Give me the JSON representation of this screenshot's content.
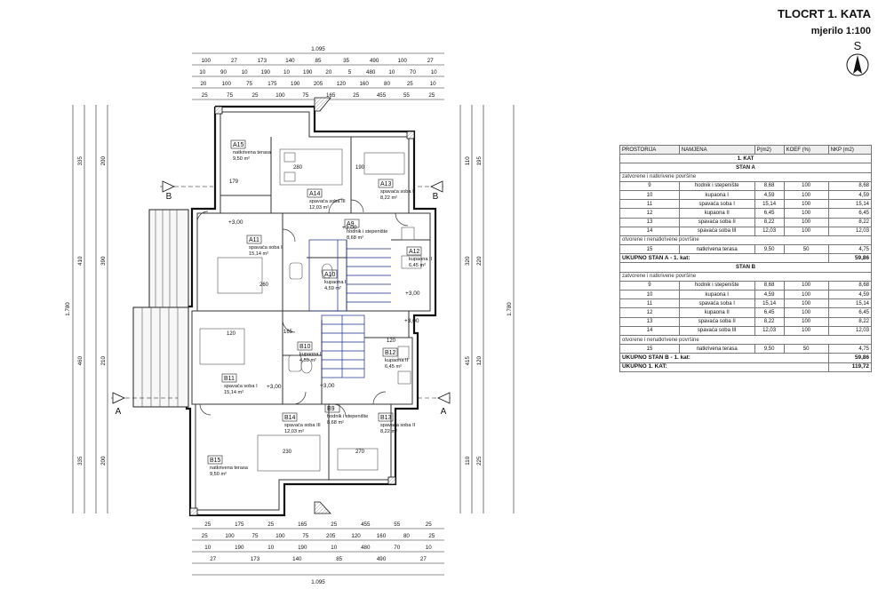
{
  "title": "TLOCRT 1. KATA",
  "scale": "mjerilo 1:100",
  "north_label": "S",
  "dims": {
    "total": "1.095",
    "top_row1": [
      "100",
      "27",
      "173",
      "140",
      "85",
      "35",
      "490",
      "100",
      "27"
    ],
    "top_row2": [
      "10",
      "90",
      "10",
      "190",
      "10",
      "190",
      "20",
      "5",
      "480",
      "10",
      "70",
      "10"
    ],
    "top_row3": [
      "20",
      "100",
      "75",
      "175",
      "190",
      "205",
      "120",
      "160",
      "80",
      "25",
      "10"
    ],
    "top_row4": [
      "25",
      "75",
      "25",
      "100",
      "75",
      "165",
      "25",
      "455",
      "55",
      "25"
    ],
    "bottom_row1": [
      "25",
      "175",
      "25",
      "165",
      "25",
      "455",
      "55",
      "25"
    ],
    "bottom_row2": [
      "25",
      "100",
      "75",
      "100",
      "75",
      "205",
      "120",
      "160",
      "80",
      "25"
    ],
    "bottom_row3": [
      "10",
      "190",
      "10",
      "190",
      "10",
      "480",
      "70",
      "10"
    ],
    "bottom_row4": [
      "27",
      "173",
      "140",
      "85",
      "490",
      "27"
    ],
    "left_total": "1.780",
    "right_total": "1.780",
    "left_a": [
      "335",
      "410",
      "460",
      "335"
    ],
    "left_b": [
      "200",
      "390",
      "210",
      "200"
    ],
    "right_a": [
      "110",
      "320",
      "415",
      "110"
    ],
    "right_b": [
      "195",
      "220",
      "120",
      "225"
    ],
    "inner": [
      "280",
      "190",
      "260",
      "120",
      "230",
      "270",
      "179",
      "165",
      "120"
    ]
  },
  "rooms": [
    {
      "code": "A15",
      "name": "natkrivena terasa",
      "area": "9,50 m²"
    },
    {
      "code": "A14",
      "name": "spavaća soba III",
      "area": "12,03 m²"
    },
    {
      "code": "A13",
      "name": "spavaća soba II",
      "area": "8,22 m²"
    },
    {
      "code": "A9",
      "name": "hodnik i stepenište",
      "area": "8,68 m²"
    },
    {
      "code": "A11",
      "name": "spavaća soba I",
      "area": "15,14 m²"
    },
    {
      "code": "A12",
      "name": "kupaona II",
      "area": "6,45 m²"
    },
    {
      "code": "A10",
      "name": "kupaona I",
      "area": "4,59 m²"
    },
    {
      "code": "B10",
      "name": "kupaona I",
      "area": "4,59 m²"
    },
    {
      "code": "B12",
      "name": "kupaona II",
      "area": "6,45 m²"
    },
    {
      "code": "B11",
      "name": "spavaća soba I",
      "area": "15,14 m²"
    },
    {
      "code": "B9",
      "name": "hodnik i stepenište",
      "area": "8,68 m²"
    },
    {
      "code": "B14",
      "name": "spavaća soba III",
      "area": "12,03 m²"
    },
    {
      "code": "B13",
      "name": "spavaća soba II",
      "area": "8,22 m²"
    },
    {
      "code": "B15",
      "name": "natkrivena terasa",
      "area": "9,50 m²"
    }
  ],
  "levels": [
    "+3,00",
    "+3,00",
    "+3,00",
    "+3,00",
    "+3,00",
    "+3,00"
  ],
  "section_marks": [
    "B",
    "B",
    "A",
    "A"
  ],
  "area_table": {
    "headers": [
      "PROSTORIJA",
      "NAMJENA",
      "P(m2)",
      "KOEF (%)",
      "NKP (m2)"
    ],
    "floor": "1. KAT",
    "stan_a": "STAN A",
    "stan_b": "STAN B",
    "closed_label": "zatvorene i natkrivene površine",
    "open_label": "otvorene i nenatkrivene površine",
    "rows_a": [
      [
        "9",
        "hodnik i stepenište",
        "8,68",
        "100",
        "8,68"
      ],
      [
        "10",
        "kupaona I",
        "4,59",
        "100",
        "4,59"
      ],
      [
        "11",
        "spavaća soba I",
        "15,14",
        "100",
        "15,14"
      ],
      [
        "12",
        "kupaona II",
        "6,45",
        "100",
        "6,45"
      ],
      [
        "13",
        "spavaća soba II",
        "8,22",
        "100",
        "8,22"
      ],
      [
        "14",
        "spavaća soba III",
        "12,03",
        "100",
        "12,03"
      ]
    ],
    "open_a": [
      "15",
      "natkrivena terasa",
      "9,50",
      "50",
      "4,75"
    ],
    "total_a_label": "UKUPNO STAN A - 1. kat:",
    "total_a": "59,86",
    "rows_b": [
      [
        "9",
        "hodnik i stepenište",
        "8,68",
        "100",
        "8,68"
      ],
      [
        "10",
        "kupaona I",
        "4,59",
        "100",
        "4,59"
      ],
      [
        "11",
        "spavaća soba I",
        "15,14",
        "100",
        "15,14"
      ],
      [
        "12",
        "kupaona II",
        "6,45",
        "100",
        "6,45"
      ],
      [
        "13",
        "spavaća soba II",
        "8,22",
        "100",
        "8,22"
      ],
      [
        "14",
        "spavaća soba III",
        "12,03",
        "100",
        "12,03"
      ]
    ],
    "open_b": [
      "15",
      "natkrivena terasa",
      "9,50",
      "50",
      "4,75"
    ],
    "total_b_label": "UKUPNO STAN B - 1. kat:",
    "total_b": "59,86",
    "grand_label": "UKUPNO 1. KAT:",
    "grand_total": "119,72"
  }
}
